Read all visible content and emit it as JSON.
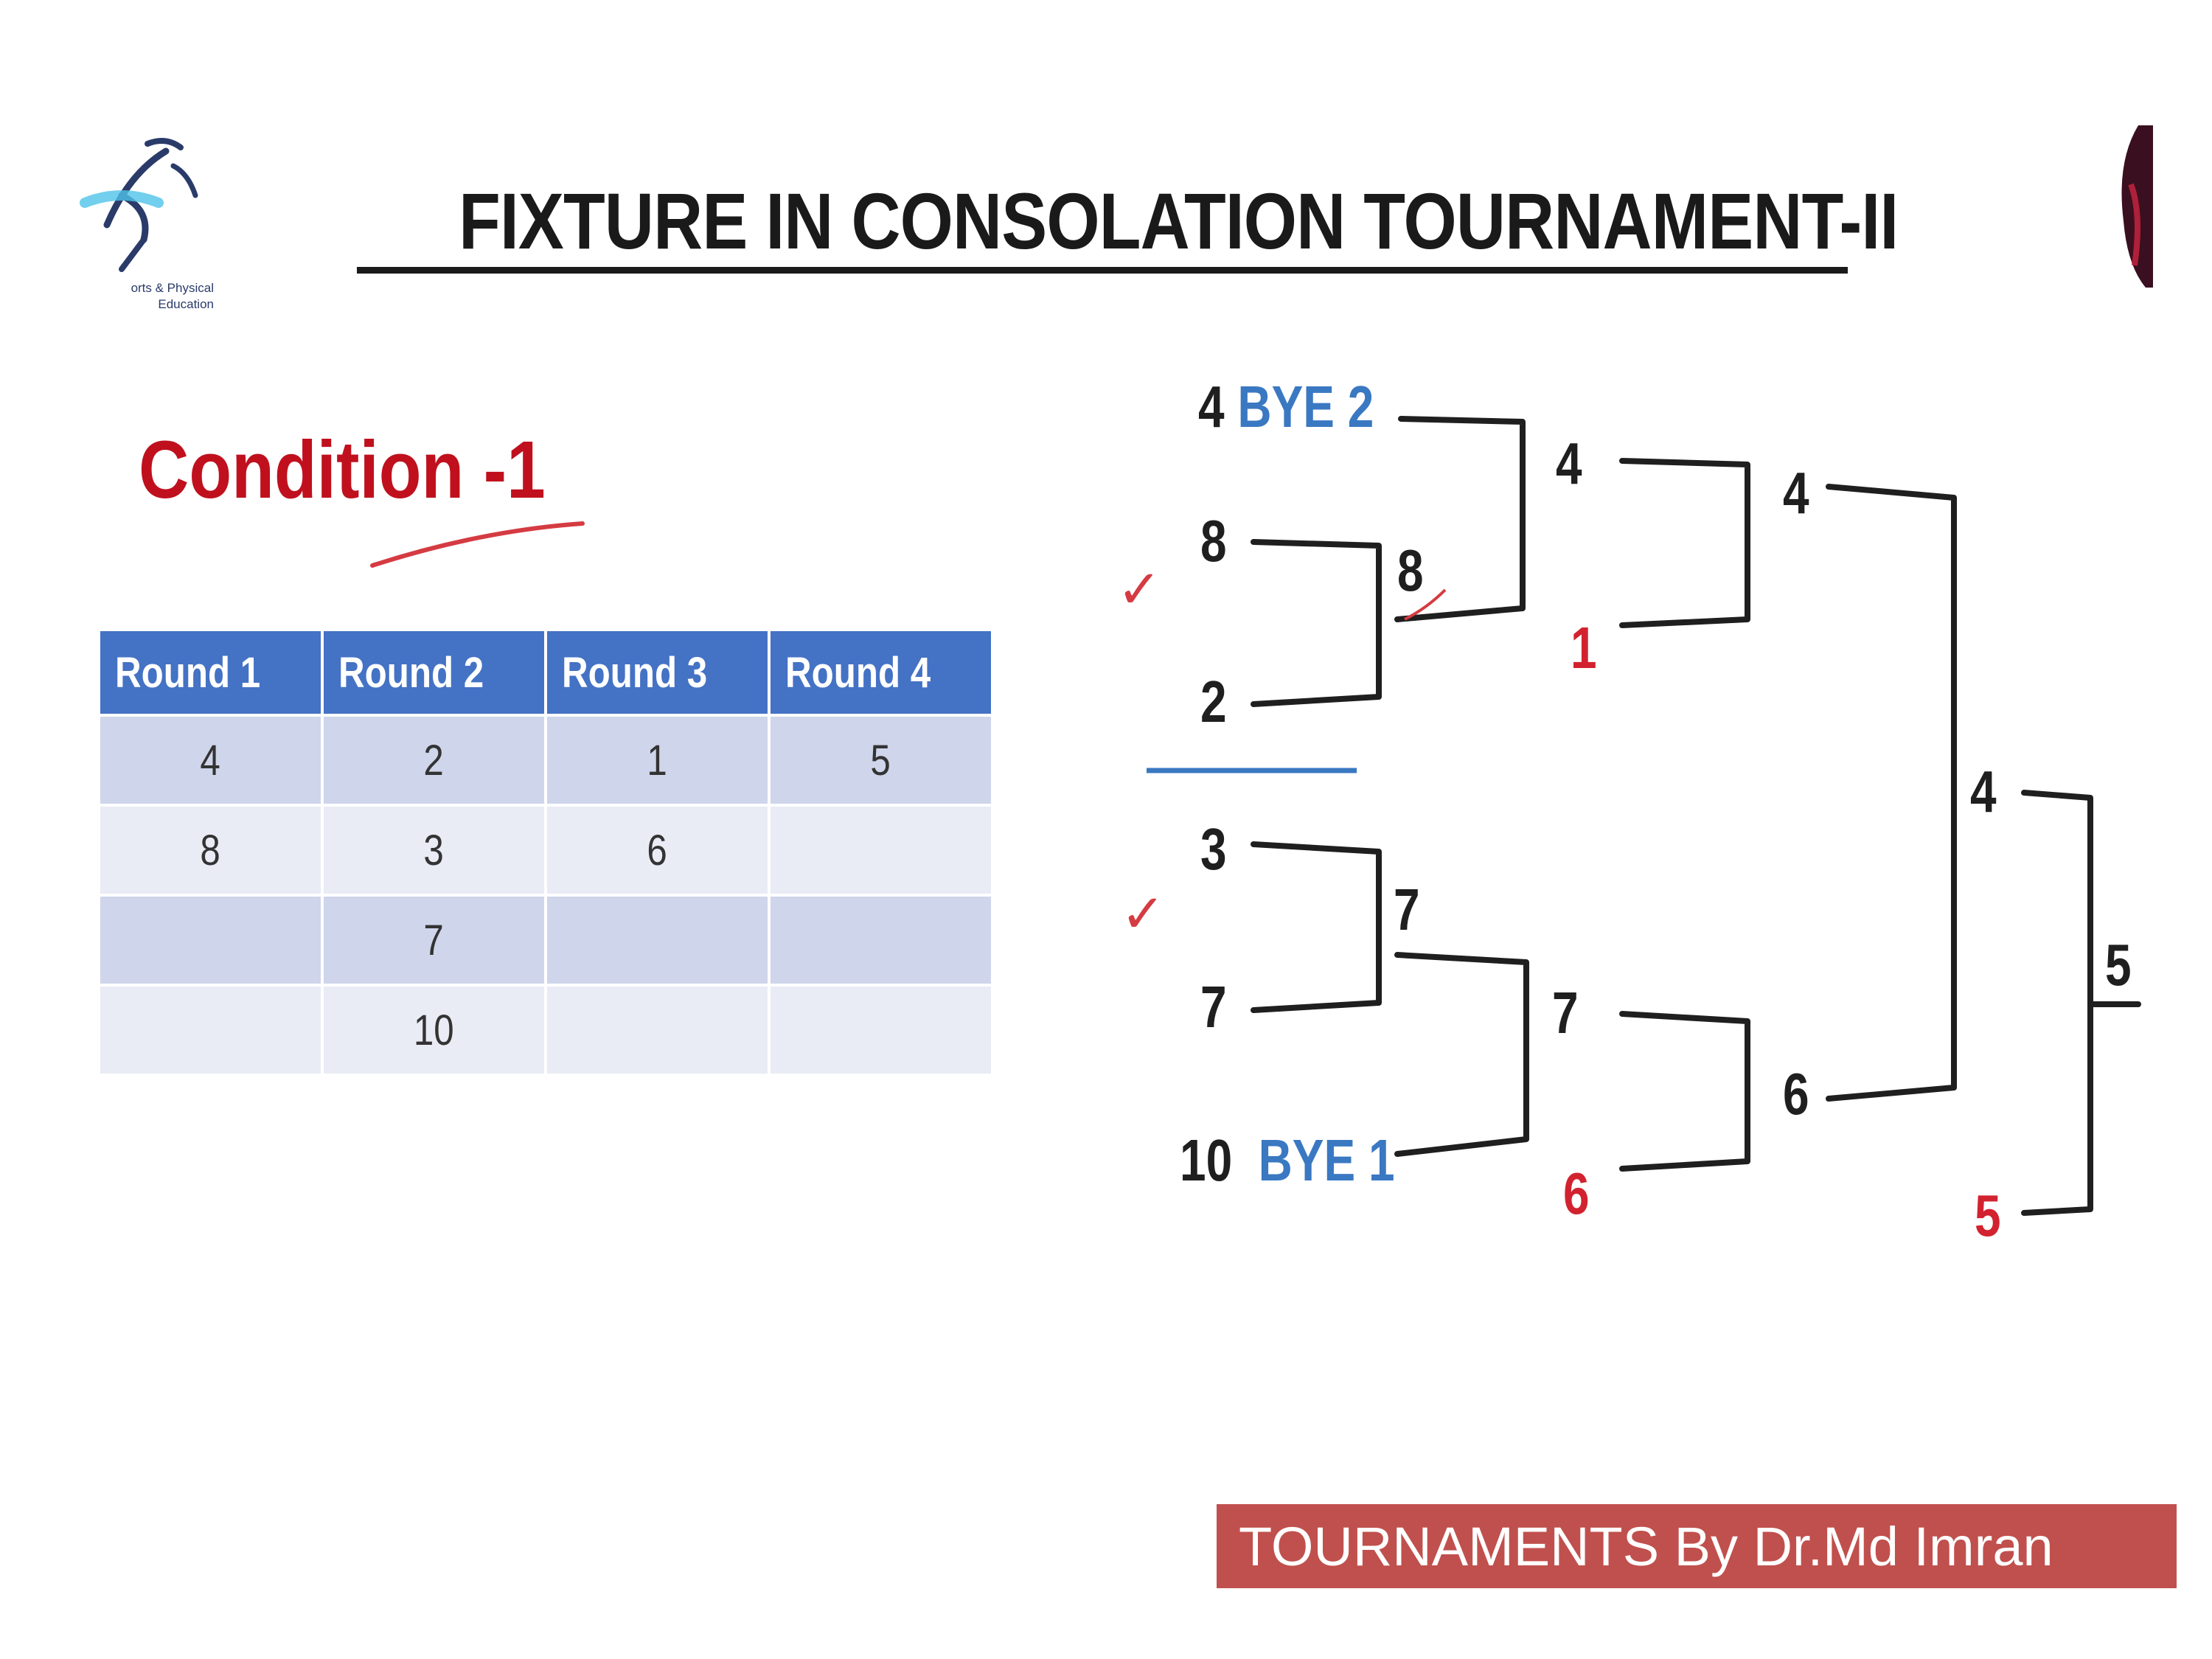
{
  "title": "FIXTURE IN CONSOLATION TOURNAMENT-II",
  "logo_caption_line1": "orts & Physical",
  "logo_caption_line2": "Education",
  "condition": "Condition -1",
  "table": {
    "headers": [
      "Round 1",
      "Round 2",
      "Round 3",
      "Round 4"
    ],
    "rows": [
      [
        "4",
        "2",
        "1",
        "5"
      ],
      [
        "8",
        "3",
        "6",
        ""
      ],
      [
        "",
        "7",
        "",
        ""
      ],
      [
        "",
        "10",
        "",
        ""
      ]
    ]
  },
  "bracket": {
    "round1": [
      {
        "team": "4",
        "bye": "BYE 2"
      },
      {
        "team": "8",
        "bye": ""
      },
      {
        "team": "2",
        "bye": ""
      },
      {
        "team": "3",
        "bye": ""
      },
      {
        "team": "7",
        "bye": ""
      },
      {
        "team": "10",
        "bye": "BYE 1"
      }
    ],
    "round1_winners": [
      "8",
      "7"
    ],
    "round2": [
      "4",
      "1",
      "7",
      "6"
    ],
    "round3": [
      "4",
      "6"
    ],
    "round4": [
      "4",
      "5"
    ],
    "final_winner": "5",
    "checkmarks": [
      "✓",
      "✓"
    ]
  },
  "footer": "TOURNAMENTS By Dr.Md Imran",
  "colors": {
    "header_blue": "#4472c4",
    "row_dark": "#cfd5ea",
    "row_light": "#e9ebf5",
    "condition_red": "#c0101e",
    "bye_blue": "#3a78c2",
    "footer_red": "#c0504d"
  }
}
